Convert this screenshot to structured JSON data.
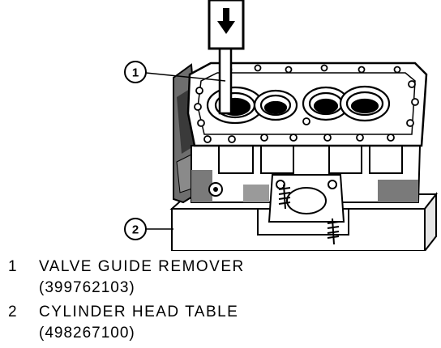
{
  "callouts": [
    {
      "number": "1"
    },
    {
      "number": "2"
    }
  ],
  "legend": [
    {
      "number": "1",
      "name": "VALVE GUIDE REMOVER",
      "part_number": "(399762103)"
    },
    {
      "number": "2",
      "name": "CYLINDER HEAD TABLE",
      "part_number": "(498267100)"
    }
  ],
  "colors": {
    "ink": "#000000",
    "paper": "#ffffff",
    "shade": "#6e6e6e"
  }
}
